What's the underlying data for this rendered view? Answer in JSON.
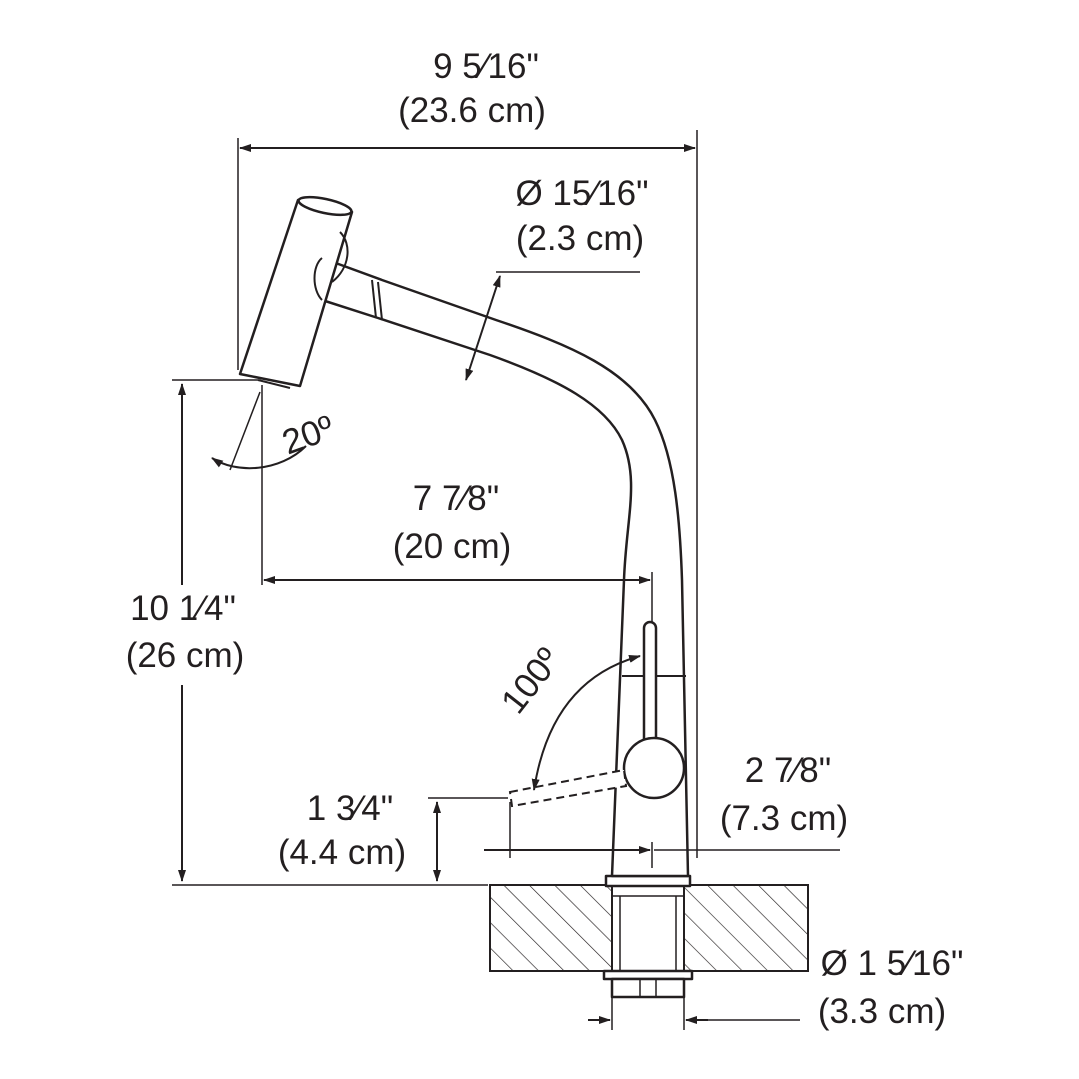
{
  "dimensions": {
    "overall_width": {
      "imperial": "9 5⁄16\"",
      "metric": "(23.6 cm)"
    },
    "spout_diameter": {
      "imperial": "Ø 15⁄16\"",
      "metric": "(2.3 cm)"
    },
    "spout_angle": {
      "value": "20º"
    },
    "spout_reach": {
      "imperial": "7 7⁄8\"",
      "metric": "(20 cm)"
    },
    "overall_height": {
      "imperial": "10 1⁄4\"",
      "metric": "(26 cm)"
    },
    "lever_rotation": {
      "value": "100º"
    },
    "lever_height": {
      "imperial": "1 3⁄4\"",
      "metric": "(4.4 cm)"
    },
    "lever_reach": {
      "imperial": "2 7⁄8\"",
      "metric": "(7.3 cm)"
    },
    "shank_diameter": {
      "imperial": "Ø 1 5⁄16\"",
      "metric": "(3.3 cm)"
    }
  }
}
